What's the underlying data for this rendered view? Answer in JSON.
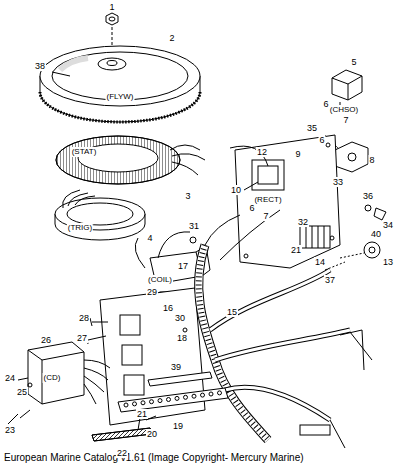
{
  "diagram": {
    "caption": "European Marine Catalog v1.61 (Image Copyright- Mercury Marine)",
    "labels": [
      "1",
      "38",
      "2",
      "(FLYW)",
      "(STAT)",
      "3",
      "(TRIG)",
      "4",
      "5",
      "(CHSO)",
      "6",
      "7",
      "35",
      "6",
      "8",
      "9",
      "12",
      "36",
      "34",
      "(RECT)",
      "33",
      "10",
      "6",
      "7",
      "32",
      "40",
      "13",
      "21",
      "14",
      "37",
      "31",
      "17",
      "(COIL)",
      "29",
      "16",
      "30",
      "18",
      "28",
      "27",
      "15",
      "26",
      "24",
      "25",
      "(CD)",
      "23",
      "39",
      "19",
      "20",
      "21",
      "22"
    ]
  }
}
